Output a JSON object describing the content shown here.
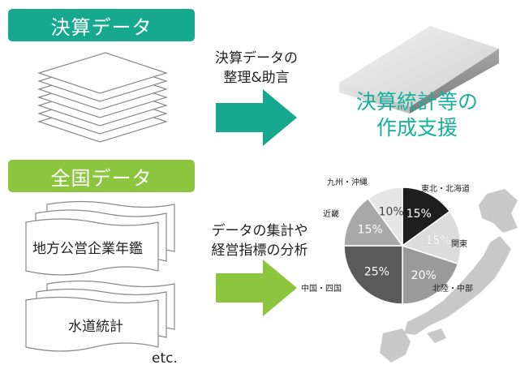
{
  "settlement_tag": {
    "label": "決算データ",
    "color": "#17a98f"
  },
  "national_tag": {
    "label": "全国データ",
    "color": "#8cc63f"
  },
  "arrow1_text": [
    "決算データの",
    "整理&助言"
  ],
  "arrow2_text": [
    "データの集計や",
    "経営指標の分析"
  ],
  "result_text": [
    "決算統計等の",
    "作成支援"
  ],
  "documents": {
    "doc1": "地方公営企業年鑑",
    "doc2": "水道統計",
    "etc": "etc."
  },
  "colors": {
    "arrow1": "#17a98f",
    "arrow2": "#8cc63f",
    "accent": "#16b09b"
  },
  "chart_data": {
    "type": "pie",
    "slices": [
      {
        "name": "東北・北海道",
        "value": 15,
        "label": "15%",
        "color": "#1e1e1e"
      },
      {
        "name": "関東",
        "value": 15,
        "label": "15%",
        "color": "#dcdcdc"
      },
      {
        "name": "北陸・中部",
        "value": 20,
        "label": "20%",
        "color": "#9a9a9a"
      },
      {
        "name": "中国・四国",
        "value": 25,
        "label": "25%",
        "color": "#5a5a5a"
      },
      {
        "name": "近畿",
        "value": 15,
        "label": "15%",
        "color": "#a8a8a8"
      },
      {
        "name": "九州・沖縄",
        "value": 10,
        "label": "10%",
        "color": "#e6e6e6"
      }
    ]
  }
}
